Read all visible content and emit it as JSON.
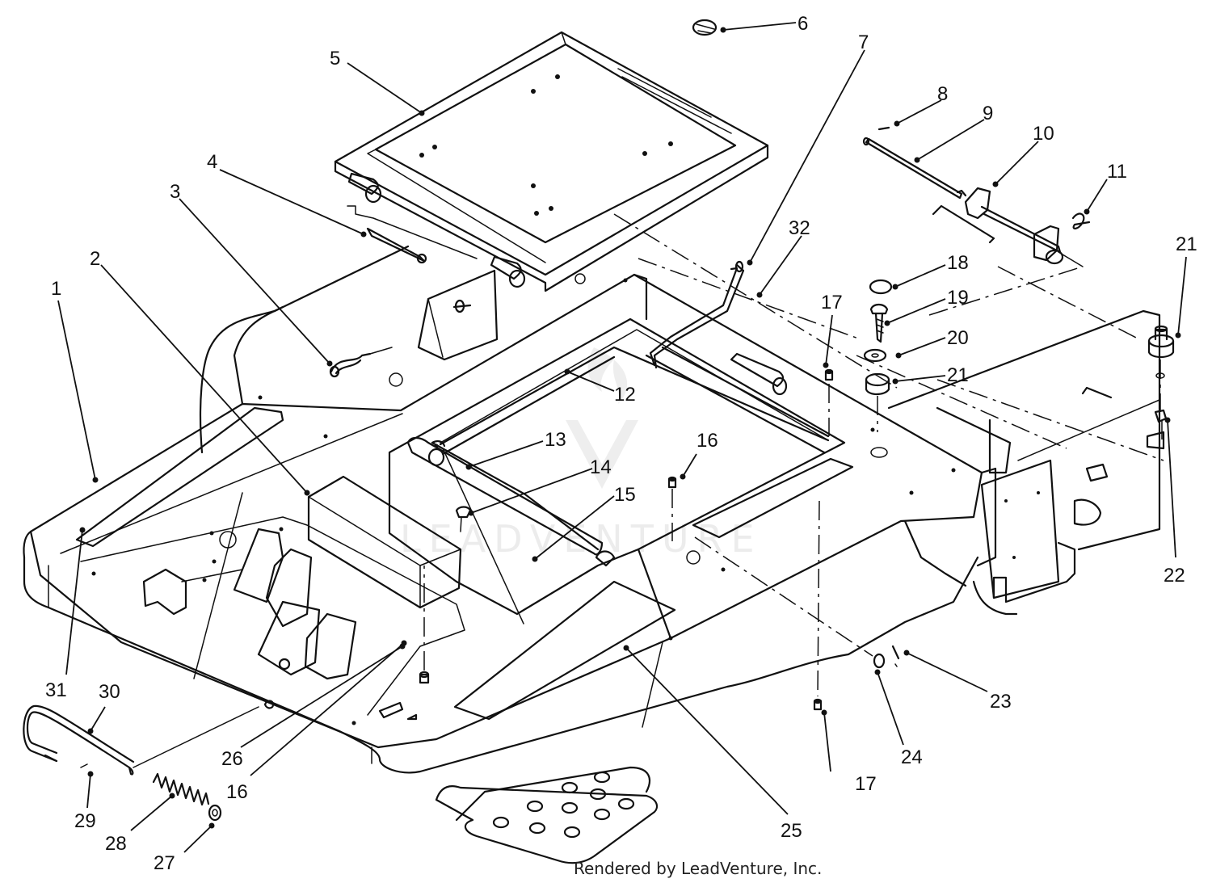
{
  "diagram": {
    "callouts": [
      {
        "id": "c1",
        "label": "1"
      },
      {
        "id": "c2",
        "label": "2"
      },
      {
        "id": "c3",
        "label": "3"
      },
      {
        "id": "c4",
        "label": "4"
      },
      {
        "id": "c5",
        "label": "5"
      },
      {
        "id": "c6",
        "label": "6"
      },
      {
        "id": "c7",
        "label": "7"
      },
      {
        "id": "c8",
        "label": "8"
      },
      {
        "id": "c9",
        "label": "9"
      },
      {
        "id": "c10",
        "label": "10"
      },
      {
        "id": "c11",
        "label": "11"
      },
      {
        "id": "c12",
        "label": "12"
      },
      {
        "id": "c13",
        "label": "13"
      },
      {
        "id": "c14",
        "label": "14"
      },
      {
        "id": "c15",
        "label": "15"
      },
      {
        "id": "c16a",
        "label": "16"
      },
      {
        "id": "c16b",
        "label": "16"
      },
      {
        "id": "c17a",
        "label": "17"
      },
      {
        "id": "c17b",
        "label": "17"
      },
      {
        "id": "c18",
        "label": "18"
      },
      {
        "id": "c19",
        "label": "19"
      },
      {
        "id": "c20",
        "label": "20"
      },
      {
        "id": "c21a",
        "label": "21"
      },
      {
        "id": "c21b",
        "label": "21"
      },
      {
        "id": "c22",
        "label": "22"
      },
      {
        "id": "c23",
        "label": "23"
      },
      {
        "id": "c24",
        "label": "24"
      },
      {
        "id": "c25",
        "label": "25"
      },
      {
        "id": "c26",
        "label": "26"
      },
      {
        "id": "c27",
        "label": "27"
      },
      {
        "id": "c28",
        "label": "28"
      },
      {
        "id": "c29",
        "label": "29"
      },
      {
        "id": "c30",
        "label": "30"
      },
      {
        "id": "c31",
        "label": "31"
      },
      {
        "id": "c32",
        "label": "32"
      }
    ],
    "credit": "Rendered by LeadVenture, Inc.",
    "watermark": "LEADVENTURE"
  }
}
